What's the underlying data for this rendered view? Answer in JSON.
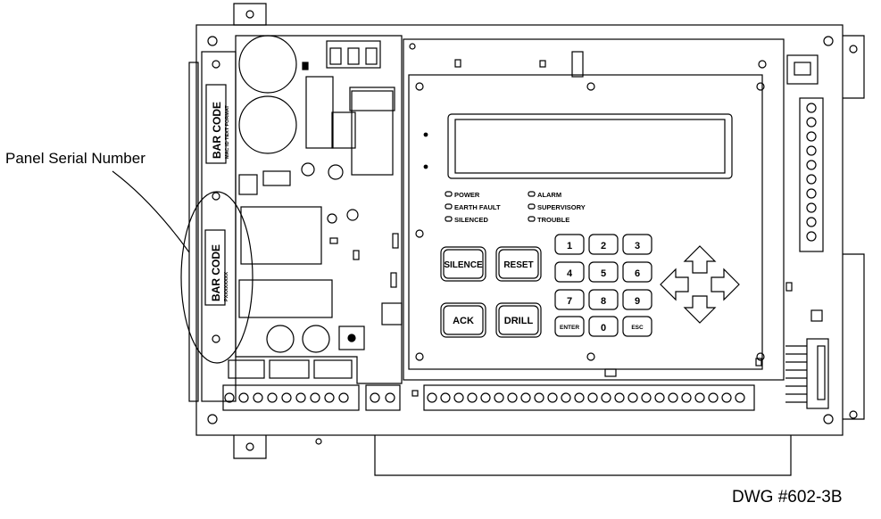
{
  "callout": {
    "label": "Panel Serial Number"
  },
  "drawing_number": "DWG #602-3B",
  "barcode_top": {
    "line1": "BAR CODE",
    "line2": "MAC ID TEXT FORMAT"
  },
  "barcode_bottom": {
    "line1": "BAR CODE",
    "line2": "PXXXXXXXX"
  },
  "indicators": {
    "left": [
      "POWER",
      "EARTH FAULT",
      "SILENCED"
    ],
    "right": [
      "ALARM",
      "SUPERVISORY",
      "TROUBLE"
    ]
  },
  "buttons": {
    "silence": "SILENCE",
    "reset": "RESET",
    "ack": "ACK",
    "drill": "DRILL"
  },
  "keypad": {
    "row1": [
      "1",
      "2",
      "3"
    ],
    "row2": [
      "4",
      "5",
      "6"
    ],
    "row3": [
      "7",
      "8",
      "9"
    ],
    "row4": [
      "ENTER",
      "0",
      "ESC"
    ]
  }
}
